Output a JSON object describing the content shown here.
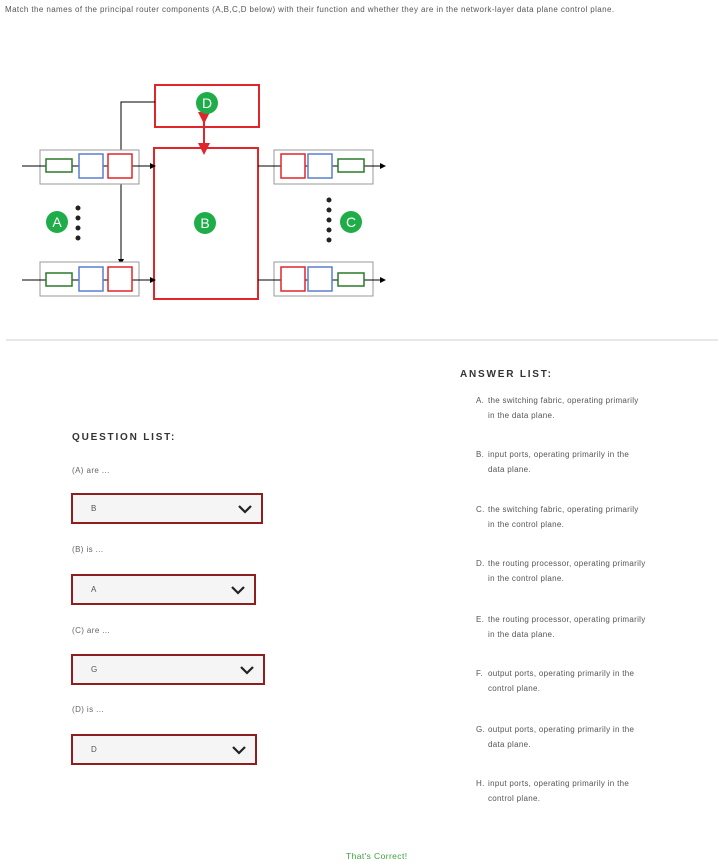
{
  "instruction": "Match the names of the principal router components (A,B,C,D below) with their function and whether they are in the network-layer data plane control plane.",
  "diagram": {
    "labels": {
      "a": "A",
      "b": "B",
      "c": "C",
      "d": "D"
    },
    "colors": {
      "badge": "#1fad4a",
      "red": "#e0262a",
      "blue": "#5a7fd0",
      "green": "#2a7a2a"
    }
  },
  "question_list": {
    "title": "QUESTION LIST:",
    "items": [
      {
        "label": "(A) are ...",
        "selected": "B"
      },
      {
        "label": "(B) is ...",
        "selected": "A"
      },
      {
        "label": "(C) are ...",
        "selected": "G"
      },
      {
        "label": "(D) is ...",
        "selected": "D"
      }
    ]
  },
  "answer_list": {
    "title": "ANSWER LIST:",
    "items": [
      {
        "letter": "A.",
        "line1": "the switching fabric, operating primarily",
        "line2": "in the data plane."
      },
      {
        "letter": "B.",
        "line1": "input ports, operating primarily in the",
        "line2": "data plane."
      },
      {
        "letter": "C.",
        "line1": "the switching fabric, operating primarily",
        "line2": "in the control plane."
      },
      {
        "letter": "D.",
        "line1": "the routing processor, operating primarily",
        "line2": "in the control plane."
      },
      {
        "letter": "E.",
        "line1": "the routing processor, operating primarily",
        "line2": "in the data plane."
      },
      {
        "letter": "F.",
        "line1": "output ports, operating primarily in the",
        "line2": "control plane."
      },
      {
        "letter": "G.",
        "line1": "output ports, operating primarily in the",
        "line2": "data plane."
      },
      {
        "letter": "H.",
        "line1": "input ports, operating primarily in the",
        "line2": "control plane."
      }
    ]
  },
  "feedback": "That's Correct!"
}
